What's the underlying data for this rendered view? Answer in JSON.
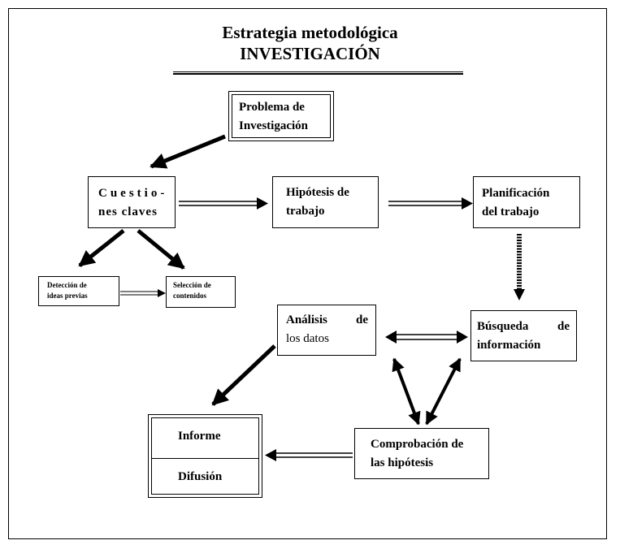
{
  "header": {
    "title_line1": "Estrategia metodológica",
    "title_line2": "INVESTIGACIÓN"
  },
  "nodes": {
    "problema": {
      "line1": "Problema de",
      "line2": "Investigación"
    },
    "cuestiones": {
      "line1": "Cuestio-",
      "line2": "nes claves"
    },
    "hipotesis": {
      "line1": "Hipótesis de",
      "line2": "trabajo"
    },
    "planificacion": {
      "line1": "Planificación",
      "line2": "del trabajo"
    },
    "deteccion": {
      "line1": "Detección de",
      "line2": "ideas previas"
    },
    "seleccion": {
      "line1": "Selección de",
      "line2": "contenidos"
    },
    "analisis": {
      "line1": "Análisis de",
      "line2": "los datos"
    },
    "busqueda": {
      "line1": "Búsqueda de",
      "line2": "información"
    },
    "comprobacion": {
      "line1": "Comprobación de",
      "line2": "las hipótesis"
    },
    "informe": {
      "label": "Informe"
    },
    "difusion": {
      "label": "Difusión"
    }
  }
}
